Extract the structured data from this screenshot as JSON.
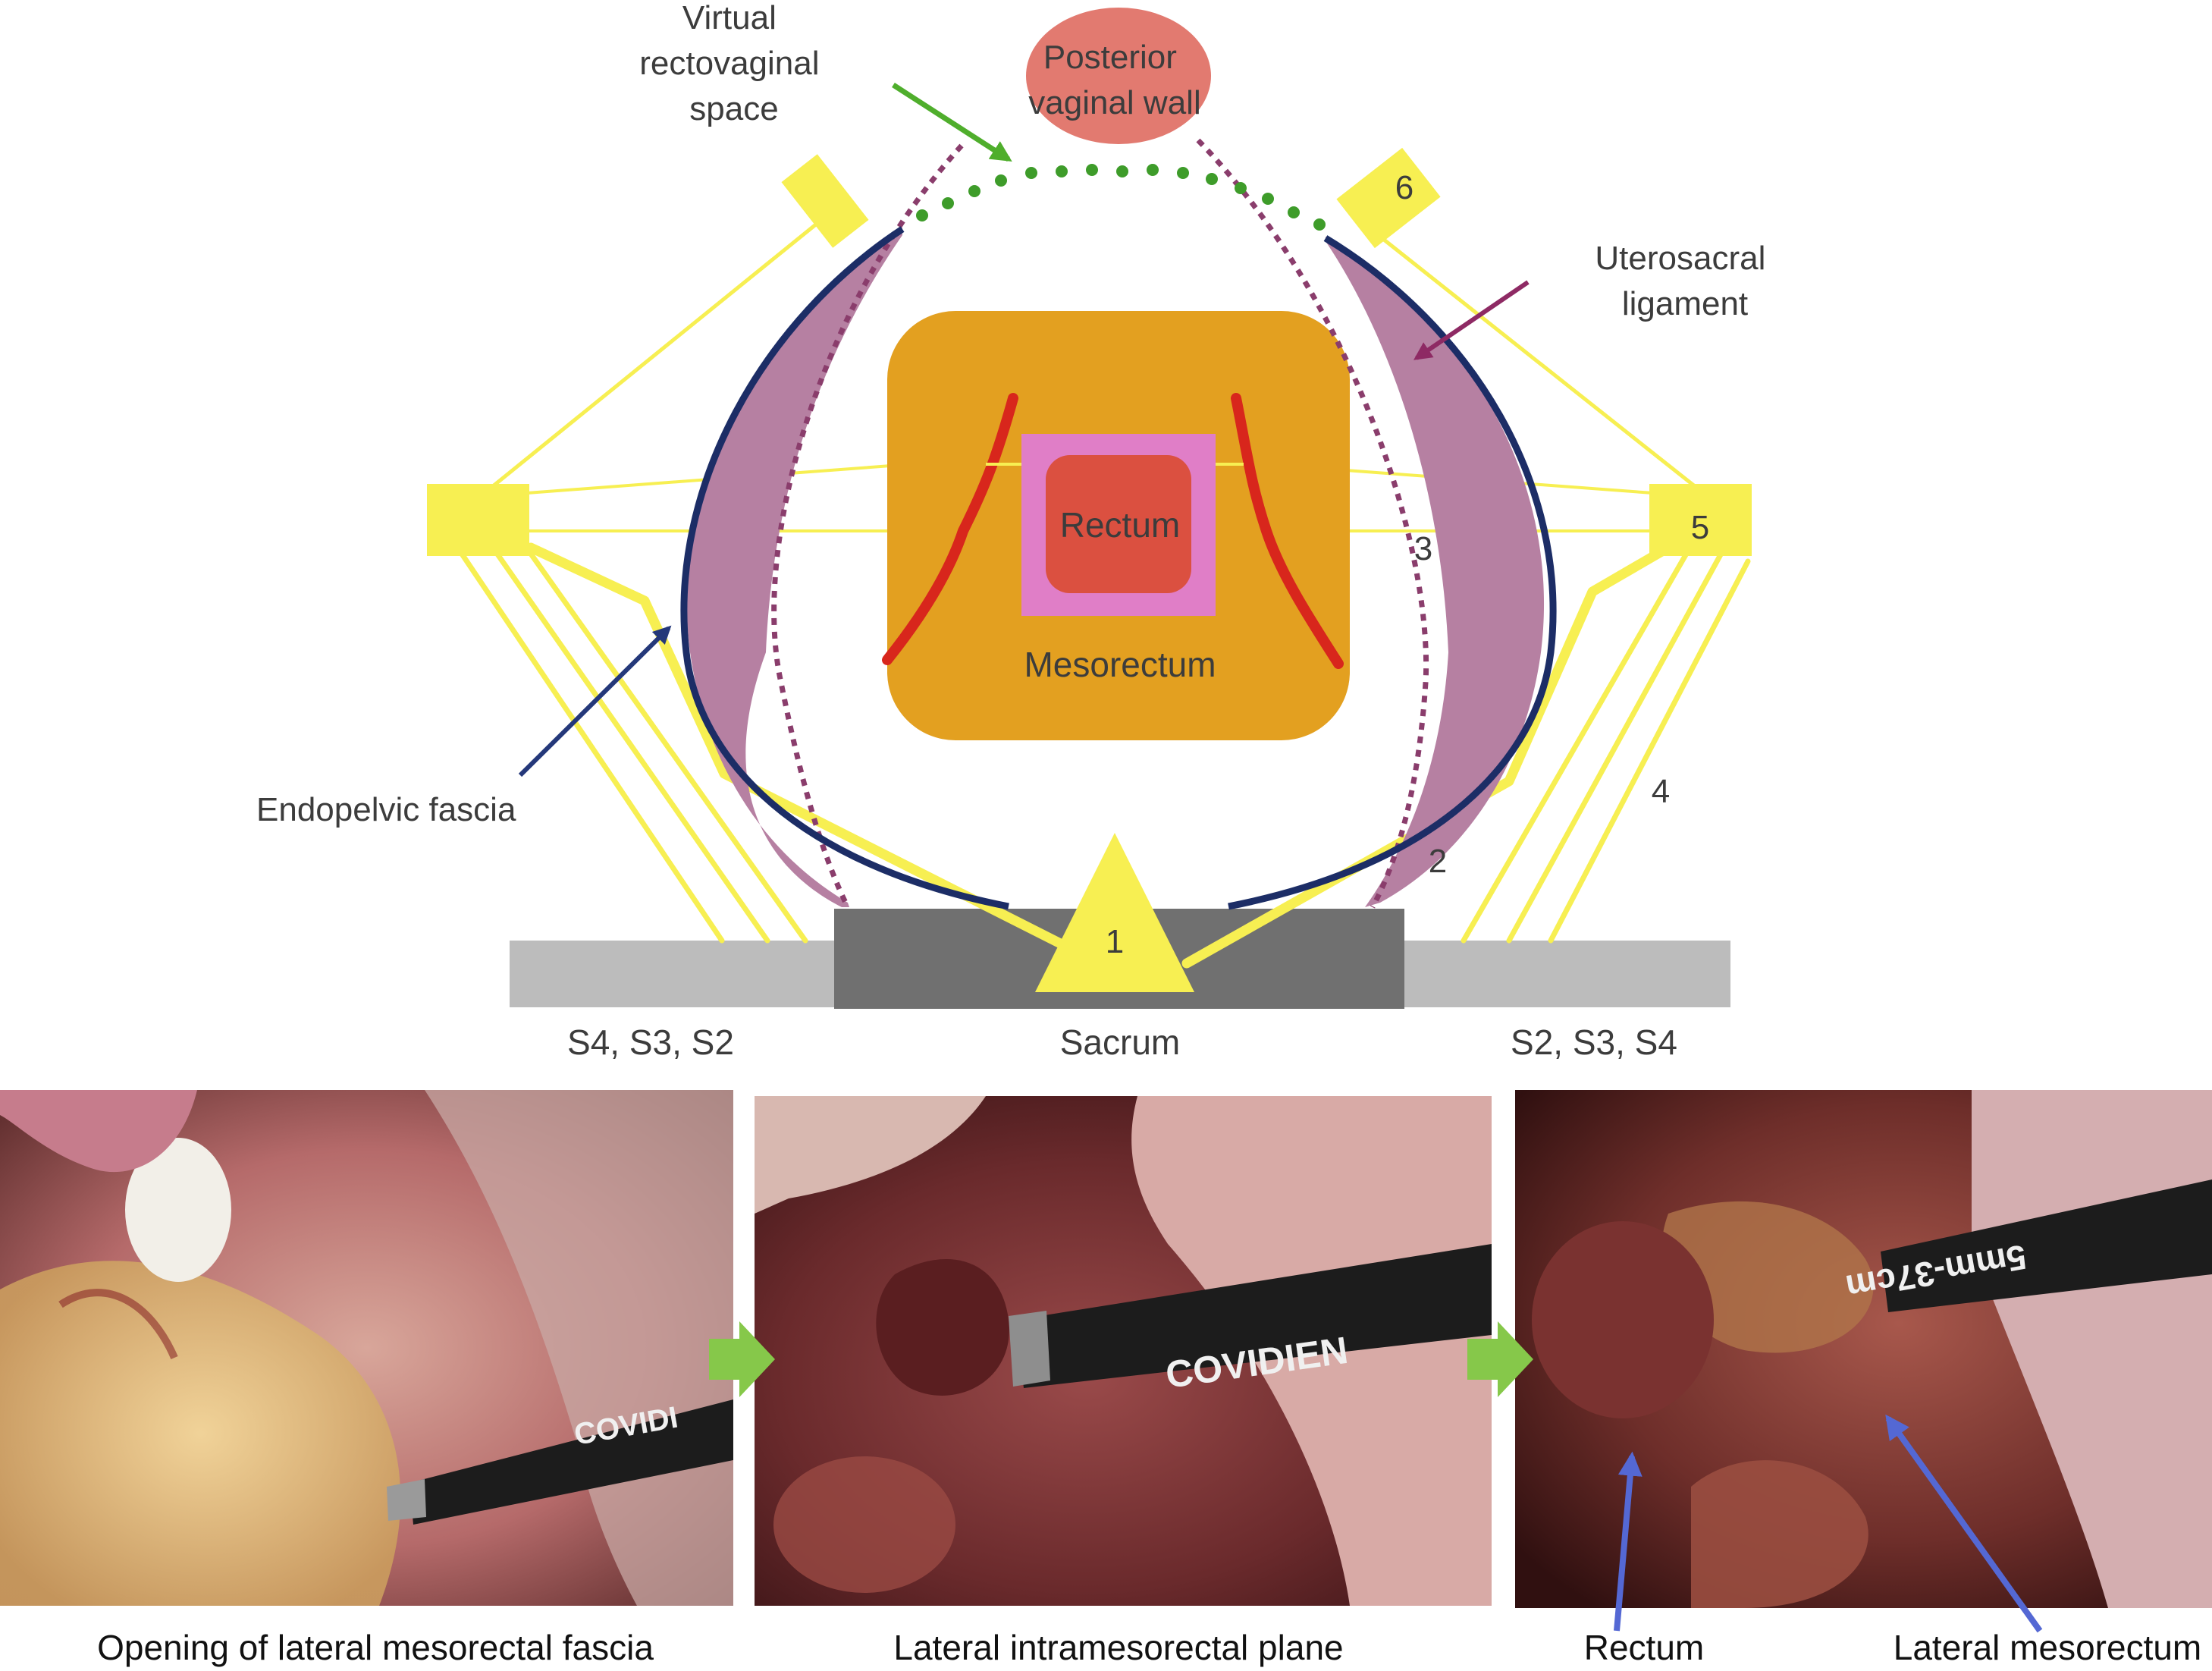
{
  "diagram": {
    "labels": {
      "virtual_space": [
        "Virtual",
        "rectovaginal",
        "space"
      ],
      "posterior_wall": [
        "Posterior",
        "vaginal wall"
      ],
      "uterosacral": [
        "Uterosacral",
        "ligament"
      ],
      "rectum": "Rectum",
      "mesorectum": "Mesorectum",
      "endopelvic": "Endopelvic fascia",
      "sacrum": "Sacrum",
      "sacral_left": "S4, S3, S2",
      "sacral_right": "S2, S3, S4"
    },
    "numbers": {
      "n1": "1",
      "n2": "2",
      "n3": "3",
      "n4": "4",
      "n5": "5",
      "n6": "6"
    },
    "colors": {
      "yellow": "#f7ef52",
      "orange": "#e3a020",
      "pink": "#e07ec7",
      "rectum_red": "#db5040",
      "uterosacral": "#b680a2",
      "navy": "#1c2d66",
      "dotted_purple": "#8a3d6c",
      "dotted_green": "#3e9c2a",
      "arrow_green": "#4fae2c",
      "arrow_magenta": "#8e2a64",
      "arrow_blue": "#24387a",
      "vaginal_wall": "#e27a70",
      "sacrum_dark": "#707070",
      "sacrum_light": "#bcbcbc",
      "red_line": "#d8261c"
    }
  },
  "photos": {
    "captions": {
      "p1": "Opening of lateral mesorectal fascia",
      "p2": "Lateral intramesorectal plane",
      "p3_left": "Rectum",
      "p3_right": "Lateral mesorectum"
    },
    "instrument_text": {
      "p1": "COVIDI",
      "p2": "COVIDIEN",
      "p3": "5mm-37cm"
    },
    "colors": {
      "transition_arrow": "#86c84a",
      "pointer_arrow": "#5468d4"
    }
  }
}
